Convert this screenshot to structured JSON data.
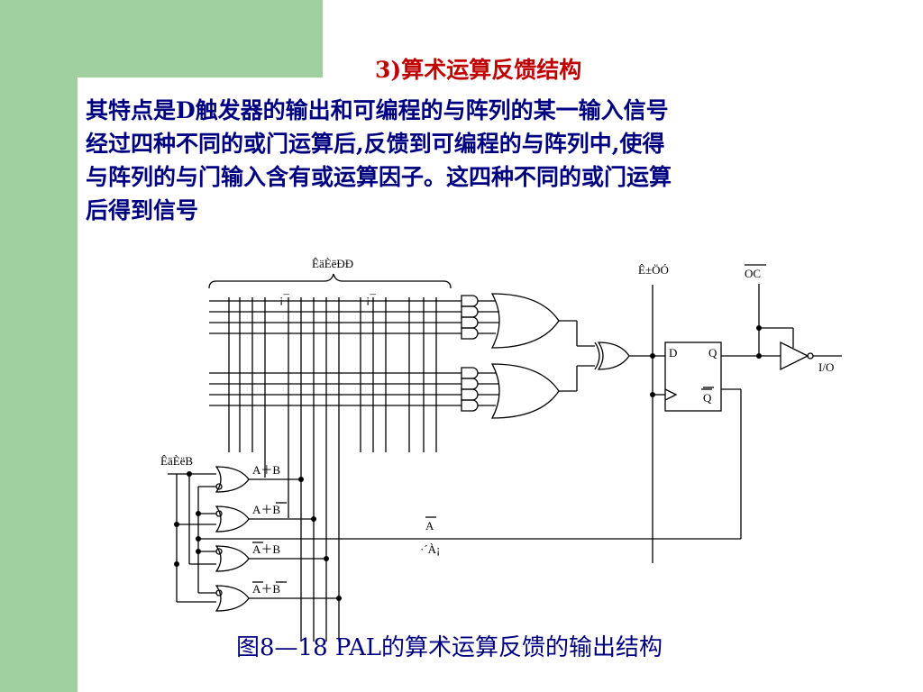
{
  "slide": {
    "title": "3)算术运算反馈结构",
    "body_lines": [
      "其特点是D触发器的输出和可编程的与阵列的某一输入信号",
      "经过四种不同的或门运算后,反馈到可编程的与阵列中,使得",
      "与阵列的与门输入含有或运算因子。这四种不同的或门运算",
      "后得到信号"
    ],
    "caption": "图8—18  PAL的算术运算反馈的输出结构"
  },
  "diagram": {
    "input_label_top": "ÊäÈëÐÐ",
    "column_mark_1": "¡¯",
    "column_mark_2": "¡¯",
    "clock_label": "Ê±ÖÓ",
    "oc_label": "OC",
    "io_label": "I/O",
    "ff_d": "D",
    "ff_q": "Q",
    "ff_qbar": "Q",
    "input_label_left": "ÊäÈëB",
    "or_terms": [
      "A＋B",
      "A＋B",
      "A＋B",
      "A＋B"
    ],
    "a_label": "A",
    "feedback_label": "·´À¡"
  }
}
